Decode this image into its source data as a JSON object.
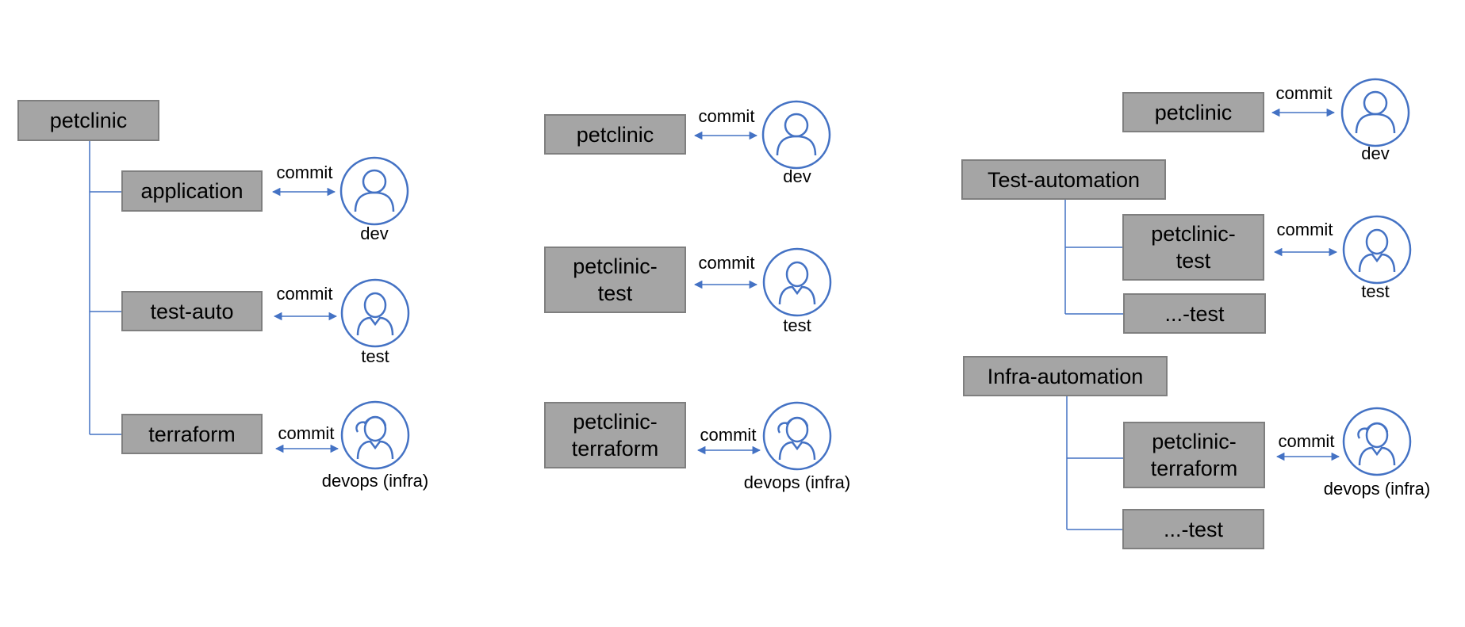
{
  "colors": {
    "box_fill": "#a5a5a5",
    "box_border": "#7f7f7f",
    "connector": "#4472c4"
  },
  "icons": [
    "user-icon",
    "user-tie-icon",
    "user-female-icon"
  ],
  "left": {
    "root": "petclinic",
    "children": [
      "application",
      "test-auto",
      "terraform"
    ],
    "commits": [
      "commit",
      "commit",
      "commit"
    ],
    "roles": [
      "dev",
      "test",
      "devops (infra)"
    ]
  },
  "middle": {
    "repos": [
      [
        "petclinic"
      ],
      [
        "petclinic-",
        "test"
      ],
      [
        "petclinic-",
        "terraform"
      ]
    ],
    "commits": [
      "commit",
      "commit",
      "commit"
    ],
    "roles": [
      "dev",
      "test",
      "devops (infra)"
    ]
  },
  "right": {
    "top_repo": "petclinic",
    "groups": [
      {
        "name": "Test-automation",
        "children": [
          [
            "petclinic-",
            "test"
          ],
          [
            "...-test"
          ]
        ]
      },
      {
        "name": "Infra-automation",
        "children": [
          [
            "petclinic-",
            "terraform"
          ],
          [
            "...-test"
          ]
        ]
      }
    ],
    "commits": [
      "commit",
      "commit",
      "commit"
    ],
    "roles": [
      "dev",
      "test",
      "devops (infra)"
    ]
  }
}
